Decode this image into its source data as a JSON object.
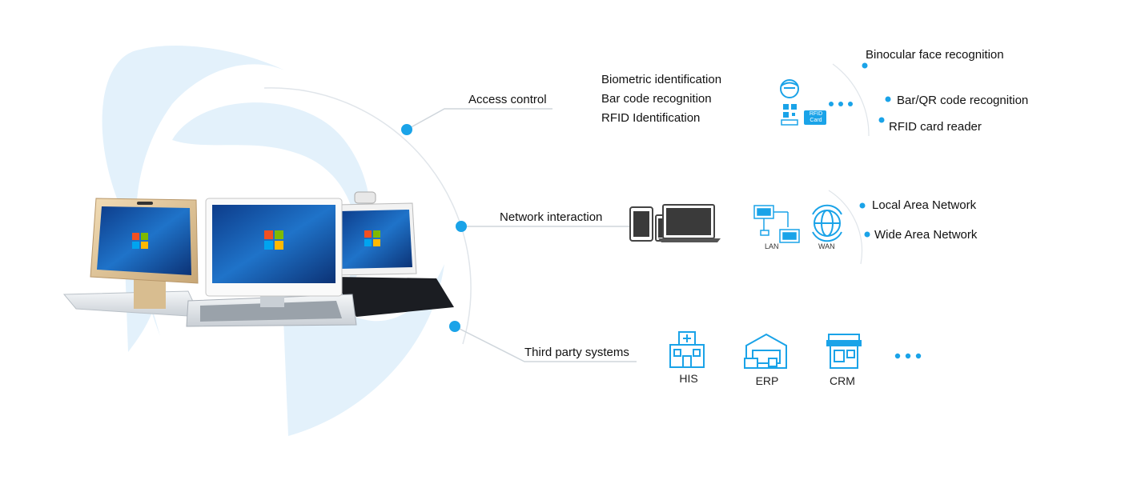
{
  "branches": {
    "access": {
      "label": "Access control",
      "features": [
        "Biometric identification",
        "Bar code recognition",
        "RFID Identification"
      ],
      "options": [
        "Binocular face recognition",
        "Bar/QR code recognition",
        "RFID card reader"
      ],
      "rfid_badge": [
        "RFID",
        "Card"
      ]
    },
    "network": {
      "label": "Network interaction",
      "options": [
        "Local Area Network",
        "Wide Area Network"
      ],
      "lan_label": "LAN",
      "wan_label": "WAN"
    },
    "third_party": {
      "label": "Third party systems",
      "systems": [
        "HIS",
        "ERP",
        "CRM"
      ]
    }
  },
  "colors": {
    "accent": "#1aa3e8",
    "watermark": "#e3f1fb",
    "line": "#cfd6dc"
  },
  "icons": [
    "face-icon",
    "qr-code-icon",
    "rfid-card-icon",
    "tablet-icon",
    "phone-icon",
    "laptop-icon",
    "lan-icon",
    "wan-globe-icon",
    "hospital-icon",
    "warehouse-icon",
    "store-icon"
  ]
}
